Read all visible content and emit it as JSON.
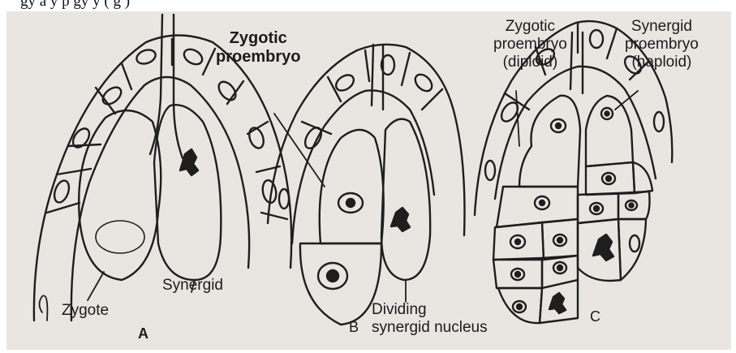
{
  "caption_fragment": "gy a           y                        p  gy  y ( g      )",
  "diagram": {
    "panels": [
      {
        "id": "A",
        "letter": "A",
        "labels": {
          "zygote": "Zygote",
          "synergid": "Synergid"
        }
      },
      {
        "id": "B",
        "letter": "B",
        "labels": {
          "zygotic_proembryo": "Zygotic\nproembryo",
          "dividing": "Dividing\nsynergid nucleus"
        }
      },
      {
        "id": "C",
        "letter": "C",
        "labels": {
          "zygotic_diploid": "Zygotic\nproembryo\n(diploid)",
          "synergid_haploid": "Synergid\nproembryo\n(haploid)"
        }
      }
    ]
  },
  "colors": {
    "background": "#e9e6e2",
    "ink": "#1e1e1e",
    "page": "#ffffff"
  }
}
